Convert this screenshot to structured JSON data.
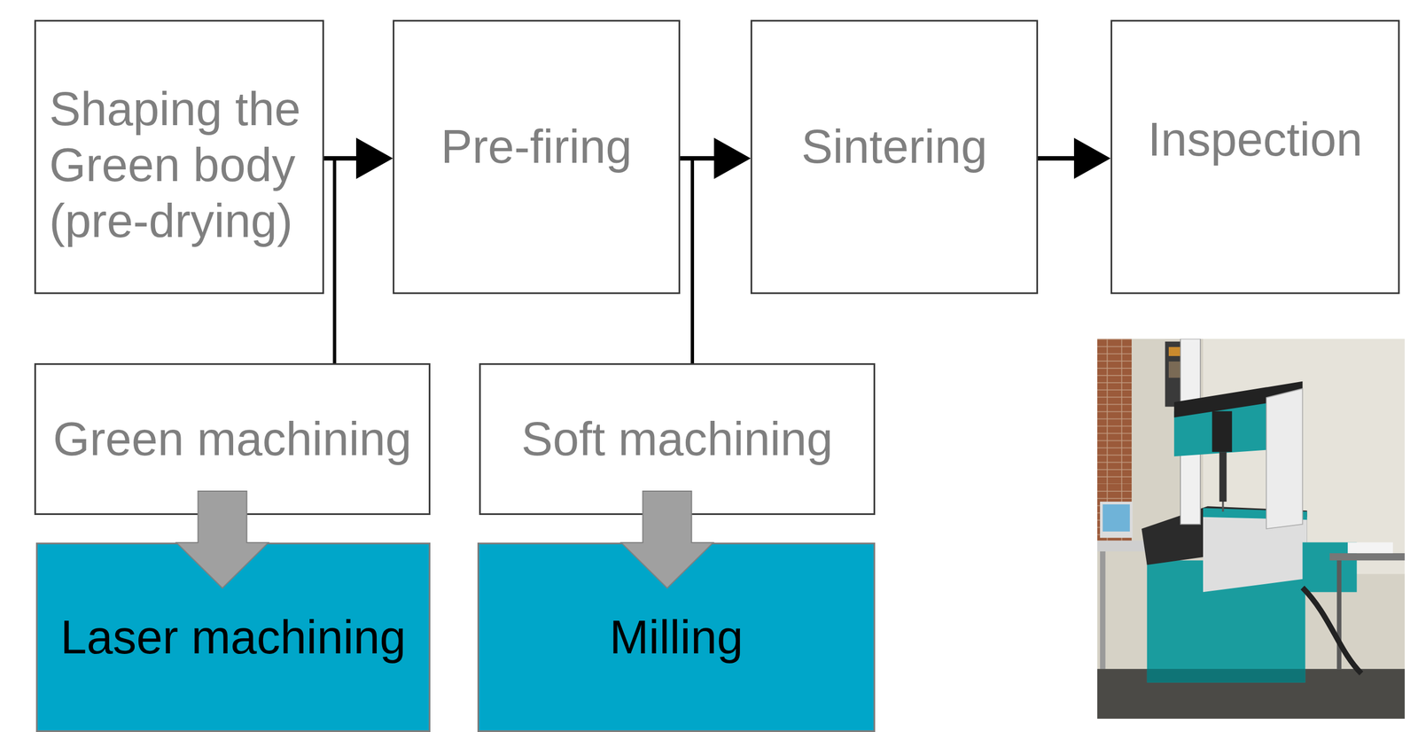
{
  "diagram": {
    "nodes": [
      {
        "text": [
          "Shaping the Green body (pre-drying)"
        ]
      },
      {
        "text": [
          "Pre-firing"
        ]
      },
      {
        "text": [
          "Sintering"
        ]
      },
      {
        "text": [
          "Inspection"
        ]
      },
      {
        "text": [
          "Green machining"
        ]
      },
      {
        "text": [
          "Soft machining"
        ]
      },
      {
        "text": [
          "Laser machining"
        ]
      },
      {
        "text": [
          "Milling"
        ]
      }
    ],
    "edges": [
      {
        "from": 0,
        "to": 1,
        "arrow": "to"
      },
      {
        "from": 1,
        "to": 2,
        "arrow": "to"
      },
      {
        "from": 2,
        "to": 3,
        "arrow": "to"
      },
      {
        "from": 4,
        "to": 1,
        "arrow": "to"
      },
      {
        "from": 5,
        "to": 2,
        "arrow": "to"
      },
      {
        "from": 4,
        "to": 6,
        "arrow": "to"
      },
      {
        "from": 5,
        "to": 7,
        "arrow": "to"
      }
    ]
  }
}
